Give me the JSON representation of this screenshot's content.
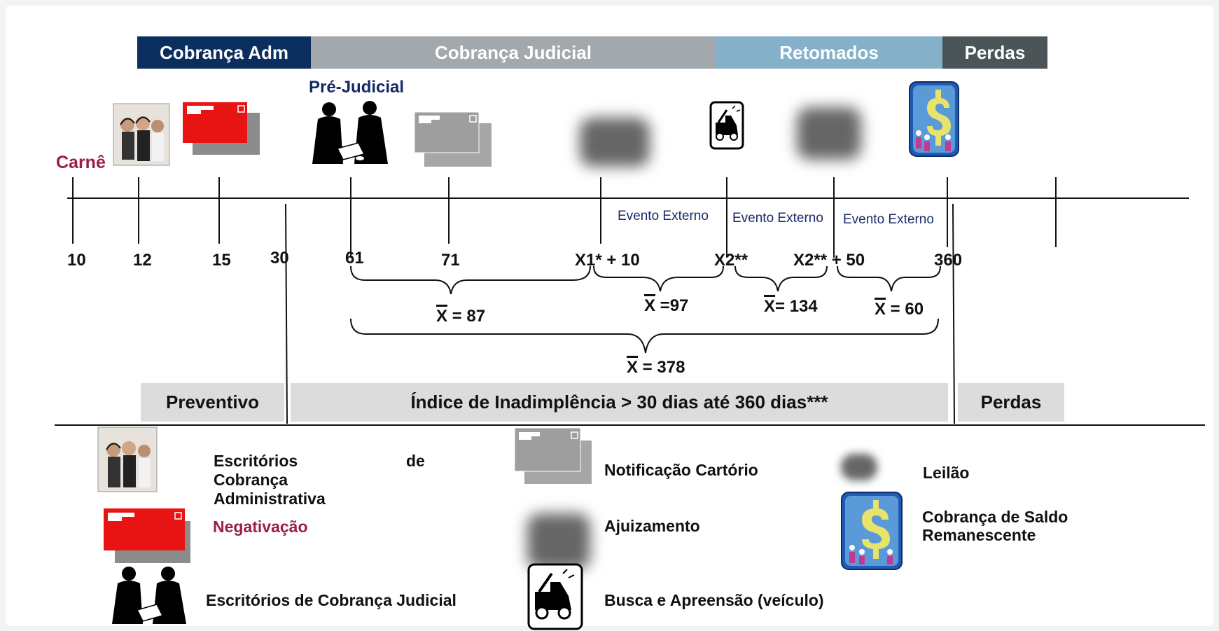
{
  "header": {
    "adm": "Cobrança Adm",
    "judicial": "Cobrança Judicial",
    "retomados": "Retomados",
    "perdas": "Perdas"
  },
  "labels": {
    "carne": "Carnê",
    "pre_judicial": "Pré-Judicial"
  },
  "ticks": [
    "10",
    "12",
    "15",
    "30",
    "61",
    "71",
    "X1* + 10",
    "X2**",
    "X2** + 50",
    "360"
  ],
  "events": [
    "Evento Externo",
    "Evento Externo",
    "Evento Externo"
  ],
  "averages": {
    "a1": {
      "symbol": "X",
      "text": " = 87"
    },
    "a2": {
      "symbol": "X",
      "text": " =97"
    },
    "a3": {
      "symbol": "X",
      "text": "= 134"
    },
    "a4": {
      "symbol": "X",
      "text": " = 60"
    },
    "total": {
      "symbol": "X",
      "text": " = 378"
    }
  },
  "bands": {
    "preventivo": "Preventivo",
    "indice": "Índice de Inadimplência  > 30 dias até 360 dias***",
    "perdas": "Perdas"
  },
  "legend": {
    "escritorios_adm_1": "Escritórios",
    "escritorios_adm_de": "de",
    "escritorios_adm_2": "Cobrança",
    "escritorios_adm_3": "Administrativa",
    "negativacao": "Negativação",
    "escritorios_judicial": "Escritórios de Cobrança Judicial",
    "notificacao": "Notificação Cartório",
    "ajuizamento": "Ajuizamento",
    "busca": "Busca e Apreensão (veículo)",
    "leilao": "Leilão",
    "saldo_1": "Cobrança de Saldo",
    "saldo_2": "Remanescente"
  },
  "icons": {
    "call_center": "call-center-photo-icon",
    "negativacao": "red-card-icon",
    "lawyers": "lawyers-silhouette-icon",
    "notificacao": "grey-card-icon",
    "ajuizamento": "blurred-image-icon",
    "tow_truck": "tow-truck-icon",
    "leilao": "blurred-image-icon",
    "saldo": "money-people-icon"
  },
  "colors": {
    "adm": "#0a2f5f",
    "judicial": "#a3a8ad",
    "retomados": "#84b1c9",
    "perdas": "#4b5557",
    "accent_red": "#9b1e46",
    "navy_text": "#14286b",
    "band": "#dcdcdc"
  }
}
